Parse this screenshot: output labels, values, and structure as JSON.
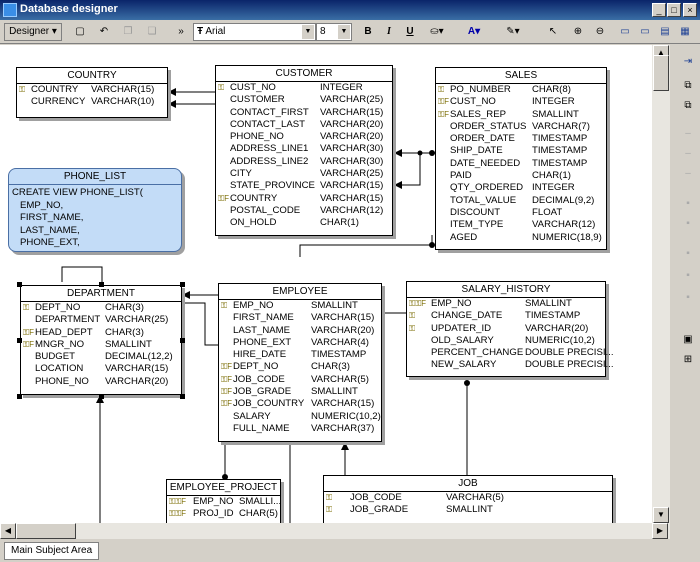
{
  "window": {
    "title": "Database designer"
  },
  "toolbar": {
    "designer_label": "Designer",
    "font_value": "Arial",
    "size_value": "8",
    "bold": "B",
    "italic": "I",
    "underline": "U"
  },
  "status": {
    "tab_label": "Main Subject Area"
  },
  "colors": {
    "titlebar": "#0a246a",
    "view_fill": "#c3dcf7"
  },
  "tables": {
    "country": {
      "name": "COUNTRY",
      "rows": [
        {
          "key": "PK",
          "name": "COUNTRY",
          "type": "VARCHAR(15)"
        },
        {
          "key": "",
          "name": "CURRENCY",
          "type": "VARCHAR(10)"
        }
      ]
    },
    "customer": {
      "name": "CUSTOMER",
      "rows": [
        {
          "key": "PK",
          "name": "CUST_NO",
          "type": "INTEGER"
        },
        {
          "key": "",
          "name": "CUSTOMER",
          "type": "VARCHAR(25)"
        },
        {
          "key": "",
          "name": "CONTACT_FIRST",
          "type": "VARCHAR(15)"
        },
        {
          "key": "",
          "name": "CONTACT_LAST",
          "type": "VARCHAR(20)"
        },
        {
          "key": "",
          "name": "PHONE_NO",
          "type": "VARCHAR(20)"
        },
        {
          "key": "",
          "name": "ADDRESS_LINE1",
          "type": "VARCHAR(30)"
        },
        {
          "key": "",
          "name": "ADDRESS_LINE2",
          "type": "VARCHAR(30)"
        },
        {
          "key": "",
          "name": "CITY",
          "type": "VARCHAR(25)"
        },
        {
          "key": "",
          "name": "STATE_PROVINCE",
          "type": "VARCHAR(15)"
        },
        {
          "key": "FK",
          "name": "COUNTRY",
          "type": "VARCHAR(15)"
        },
        {
          "key": "",
          "name": "POSTAL_CODE",
          "type": "VARCHAR(12)"
        },
        {
          "key": "",
          "name": "ON_HOLD",
          "type": "CHAR(1)"
        }
      ]
    },
    "sales": {
      "name": "SALES",
      "rows": [
        {
          "key": "PK",
          "name": "PO_NUMBER",
          "type": "CHAR(8)"
        },
        {
          "key": "FK",
          "name": "CUST_NO",
          "type": "INTEGER"
        },
        {
          "key": "FK",
          "name": "SALES_REP",
          "type": "SMALLINT"
        },
        {
          "key": "",
          "name": "ORDER_STATUS",
          "type": "VARCHAR(7)"
        },
        {
          "key": "",
          "name": "ORDER_DATE",
          "type": "TIMESTAMP"
        },
        {
          "key": "",
          "name": "SHIP_DATE",
          "type": "TIMESTAMP"
        },
        {
          "key": "",
          "name": "DATE_NEEDED",
          "type": "TIMESTAMP"
        },
        {
          "key": "",
          "name": "PAID",
          "type": "CHAR(1)"
        },
        {
          "key": "",
          "name": "QTY_ORDERED",
          "type": "INTEGER"
        },
        {
          "key": "",
          "name": "TOTAL_VALUE",
          "type": "DECIMAL(9,2)"
        },
        {
          "key": "",
          "name": "DISCOUNT",
          "type": "FLOAT"
        },
        {
          "key": "",
          "name": "ITEM_TYPE",
          "type": "VARCHAR(12)"
        },
        {
          "key": "",
          "name": "AGED",
          "type": "NUMERIC(18,9)"
        }
      ]
    },
    "department": {
      "name": "DEPARTMENT",
      "rows": [
        {
          "key": "PK",
          "name": "DEPT_NO",
          "type": "CHAR(3)"
        },
        {
          "key": "",
          "name": "DEPARTMENT",
          "type": "VARCHAR(25)"
        },
        {
          "key": "FK",
          "name": "HEAD_DEPT",
          "type": "CHAR(3)"
        },
        {
          "key": "FK",
          "name": "MNGR_NO",
          "type": "SMALLINT"
        },
        {
          "key": "",
          "name": "BUDGET",
          "type": "DECIMAL(12,2)"
        },
        {
          "key": "",
          "name": "LOCATION",
          "type": "VARCHAR(15)"
        },
        {
          "key": "",
          "name": "PHONE_NO",
          "type": "VARCHAR(20)"
        }
      ]
    },
    "employee": {
      "name": "EMPLOYEE",
      "rows": [
        {
          "key": "PK",
          "name": "EMP_NO",
          "type": "SMALLINT"
        },
        {
          "key": "",
          "name": "FIRST_NAME",
          "type": "VARCHAR(15)"
        },
        {
          "key": "",
          "name": "LAST_NAME",
          "type": "VARCHAR(20)"
        },
        {
          "key": "",
          "name": "PHONE_EXT",
          "type": "VARCHAR(4)"
        },
        {
          "key": "",
          "name": "HIRE_DATE",
          "type": "TIMESTAMP"
        },
        {
          "key": "FK",
          "name": "DEPT_NO",
          "type": "CHAR(3)"
        },
        {
          "key": "FK",
          "name": "JOB_CODE",
          "type": "VARCHAR(5)"
        },
        {
          "key": "FK",
          "name": "JOB_GRADE",
          "type": "SMALLINT"
        },
        {
          "key": "FK",
          "name": "JOB_COUNTRY",
          "type": "VARCHAR(15)"
        },
        {
          "key": "",
          "name": "SALARY",
          "type": "NUMERIC(10,2)"
        },
        {
          "key": "",
          "name": "FULL_NAME",
          "type": "VARCHAR(37)"
        }
      ]
    },
    "salary_history": {
      "name": "SALARY_HISTORY",
      "rows": [
        {
          "key": "PKFK",
          "name": "EMP_NO",
          "type": "SMALLINT"
        },
        {
          "key": "PK",
          "name": "CHANGE_DATE",
          "type": "TIMESTAMP"
        },
        {
          "key": "PK",
          "name": "UPDATER_ID",
          "type": "VARCHAR(20)"
        },
        {
          "key": "",
          "name": "OLD_SALARY",
          "type": "NUMERIC(10,2)"
        },
        {
          "key": "",
          "name": "PERCENT_CHANGE",
          "type": "DOUBLE PRECISI..."
        },
        {
          "key": "",
          "name": "NEW_SALARY",
          "type": "DOUBLE PRECISI..."
        }
      ]
    },
    "employee_project": {
      "name": "EMPLOYEE_PROJECT",
      "rows": [
        {
          "key": "PKFK",
          "name": "EMP_NO",
          "type": "SMALLI..."
        },
        {
          "key": "PKFK",
          "name": "PROJ_ID",
          "type": "CHAR(5)"
        }
      ]
    },
    "job": {
      "name": "JOB",
      "rows": [
        {
          "key": "PK",
          "name": "JOB_CODE",
          "type": "VARCHAR(5)"
        },
        {
          "key": "PK",
          "name": "JOB_GRADE",
          "type": "SMALLINT"
        }
      ]
    }
  },
  "view": {
    "name": "PHONE_LIST",
    "sql": "CREATE VIEW PHONE_LIST(\n   EMP_NO,\n   FIRST_NAME,\n   LAST_NAME,\n   PHONE_EXT,"
  }
}
